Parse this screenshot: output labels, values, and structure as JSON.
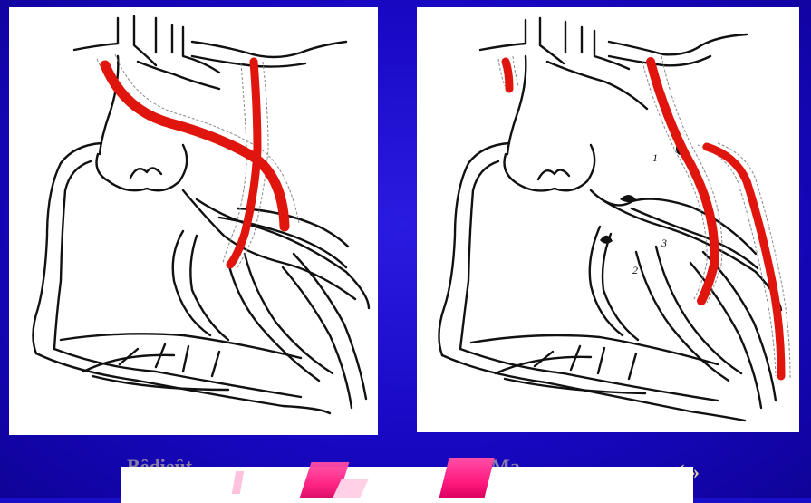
{
  "slide": {
    "background_color": "#1a0fc8",
    "left_caption": "Bêdieût",
    "right_caption": "Ma",
    "quote_mark": "( »",
    "vessel_color": "#e0160e",
    "labels": {
      "one": "1",
      "two": "2",
      "three": "3"
    },
    "overlay_colors": [
      "#ffffff",
      "#ff1a7e"
    ]
  }
}
